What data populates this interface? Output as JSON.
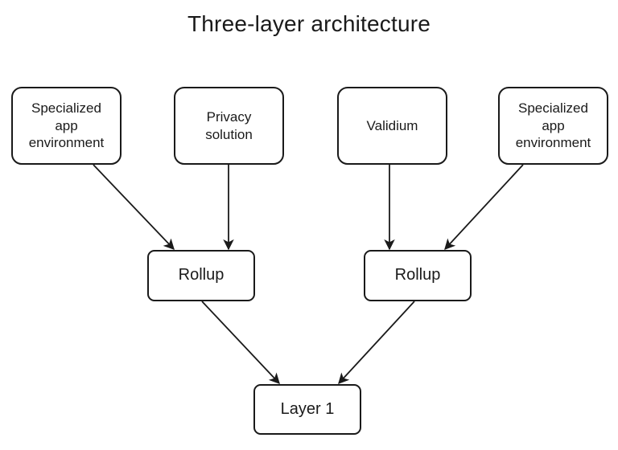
{
  "title": "Three-layer architecture",
  "diagram": {
    "nodes": [
      {
        "id": "specialized-app-environment-left",
        "label": "Specialized\napp\nenvironment"
      },
      {
        "id": "privacy-solution",
        "label": "Privacy\nsolution"
      },
      {
        "id": "validium",
        "label": "Validium"
      },
      {
        "id": "specialized-app-environment-right",
        "label": "Specialized\napp\nenvironment"
      },
      {
        "id": "rollup-left",
        "label": "Rollup"
      },
      {
        "id": "rollup-right",
        "label": "Rollup"
      },
      {
        "id": "layer-1",
        "label": "Layer 1"
      }
    ],
    "edges": [
      {
        "from": "specialized-app-environment-left",
        "to": "rollup-left"
      },
      {
        "from": "privacy-solution",
        "to": "rollup-left"
      },
      {
        "from": "validium",
        "to": "rollup-right"
      },
      {
        "from": "specialized-app-environment-right",
        "to": "rollup-right"
      },
      {
        "from": "rollup-left",
        "to": "layer-1"
      },
      {
        "from": "rollup-right",
        "to": "layer-1"
      }
    ],
    "colors": {
      "background": "#ffffff",
      "node_fill": "#ffffff",
      "node_stroke": "#1a1a1a",
      "edge_stroke": "#1a1a1a",
      "text": "#1a1a1a"
    }
  }
}
